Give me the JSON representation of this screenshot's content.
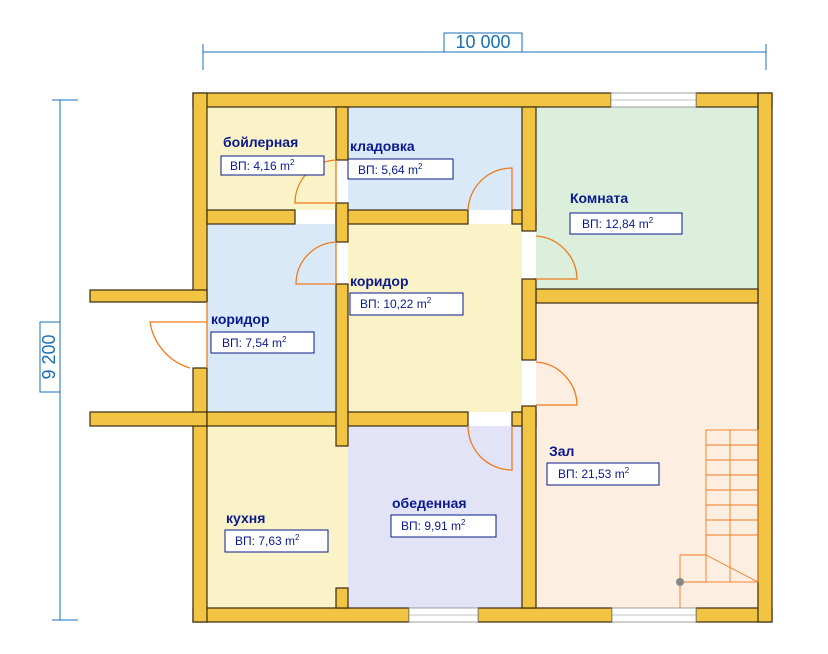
{
  "dimensions": {
    "width_label": "10 000",
    "height_label": "9 200"
  },
  "rooms": [
    {
      "id": "boiler",
      "name": "бойлерная",
      "area_prefix": "ВП:",
      "area": "4,16",
      "unit": "m",
      "sup": "2"
    },
    {
      "id": "storage",
      "name": "кладовка",
      "area_prefix": "ВП:",
      "area": "5,64",
      "unit": "m",
      "sup": "2"
    },
    {
      "id": "room",
      "name": "Комната",
      "area_prefix": "ВП:",
      "area": "12,84",
      "unit": "m",
      "sup": "2"
    },
    {
      "id": "corridor-center",
      "name": "коридор",
      "area_prefix": "ВП:",
      "area": "10,22",
      "unit": "m",
      "sup": "2"
    },
    {
      "id": "corridor-left",
      "name": "коридор",
      "area_prefix": "ВП:",
      "area": "7,54",
      "unit": "m",
      "sup": "2"
    },
    {
      "id": "hall",
      "name": "Зал",
      "area_prefix": "ВП:",
      "area": "21,53",
      "unit": "m",
      "sup": "2"
    },
    {
      "id": "kitchen",
      "name": "кухня",
      "area_prefix": "ВП:",
      "area": "7,63",
      "unit": "m",
      "sup": "2"
    },
    {
      "id": "dining",
      "name": "обеденная",
      "area_prefix": "ВП:",
      "area": "9,91",
      "unit": "m",
      "sup": "2"
    }
  ],
  "colors": {
    "wall": "#f2c443",
    "boiler": "#fbf3c8",
    "storage": "#d9e9f8",
    "room": "#dcefdc",
    "corridor_center": "#fbf3c8",
    "corridor_left": "#d9e9f8",
    "hall": "#fdeee2",
    "kitchen": "#fbf3c8",
    "dining": "#e3e3f7",
    "door": "#f07b1d",
    "dimension": "#1a6fb5",
    "label": "#0a1a8c"
  }
}
